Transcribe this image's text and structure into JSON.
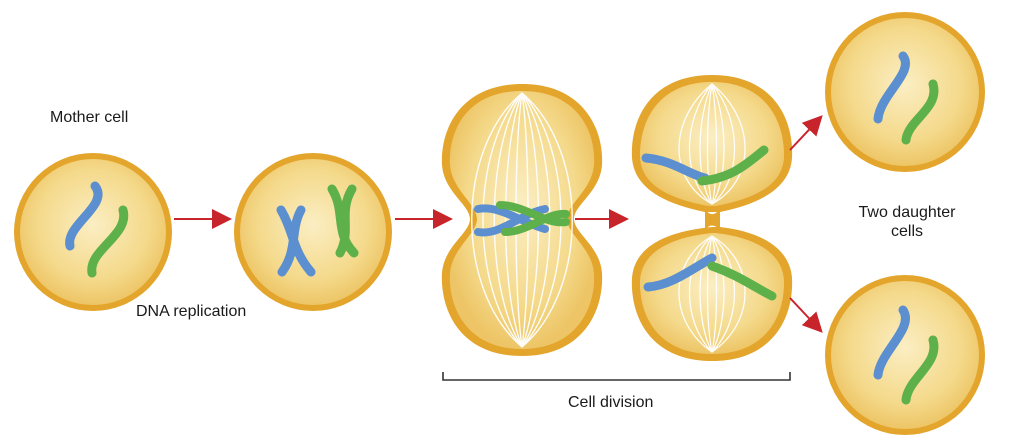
{
  "labels": {
    "mother_cell": "Mother cell",
    "dna_replication": "DNA replication",
    "cell_division": "Cell division",
    "two_daughter_cells_line1": "Two daughter",
    "two_daughter_cells_line2": "cells"
  },
  "colors": {
    "cell_fill": "#f3d57c",
    "cell_inner": "#f8e4a6",
    "cell_border": "#e3a52c",
    "chromosome_blue": "#5b8fd0",
    "chromosome_green": "#5eb04a",
    "arrow": "#c8242b",
    "spindle": "#ffffff",
    "bracket": "#333333"
  },
  "stages": [
    "mother-cell",
    "replicated-cell",
    "metaphase-cell",
    "dividing-cell",
    "daughter-cell-top",
    "daughter-cell-bottom"
  ]
}
